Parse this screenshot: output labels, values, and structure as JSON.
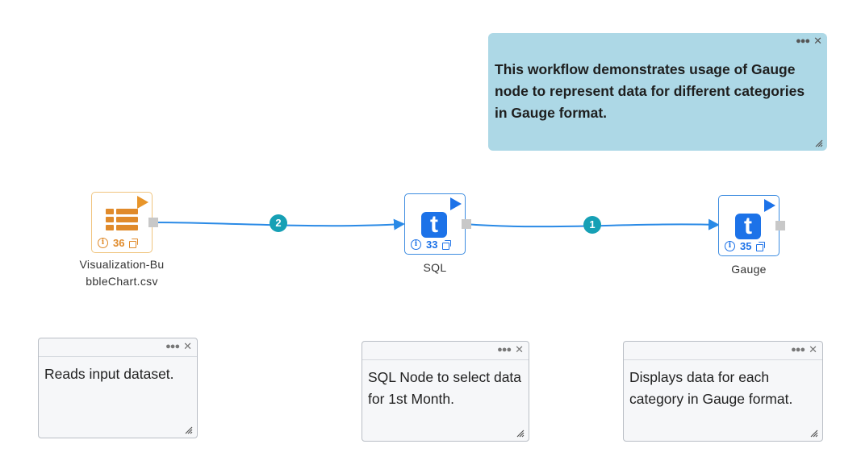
{
  "notes": {
    "header": "This workflow demonstrates usage of Gauge node to represent data for different categories in Gauge format.",
    "read": "Reads input dataset.",
    "sql": "SQL Node to select data for 1st Month.",
    "gauge": "Displays data for each category in Gauge format."
  },
  "nodes": [
    {
      "id_label": "36",
      "name": "Visualization-BubbleChart.csv",
      "icon": "table-icon",
      "color": "#e08a2a"
    },
    {
      "id_label": "33",
      "name": "SQL",
      "icon": "t-icon",
      "color": "#1c72e8"
    },
    {
      "id_label": "35",
      "name": "Gauge",
      "icon": "t-icon",
      "color": "#1c72e8"
    }
  ],
  "connections": [
    {
      "from": "Visualization-BubbleChart.csv",
      "to": "SQL",
      "order": "2"
    },
    {
      "from": "SQL",
      "to": "Gauge",
      "order": "1"
    }
  ],
  "colors": {
    "link": "#2a8ae6",
    "badge": "#16a0b5",
    "note_header_bg": "#add8e6"
  }
}
